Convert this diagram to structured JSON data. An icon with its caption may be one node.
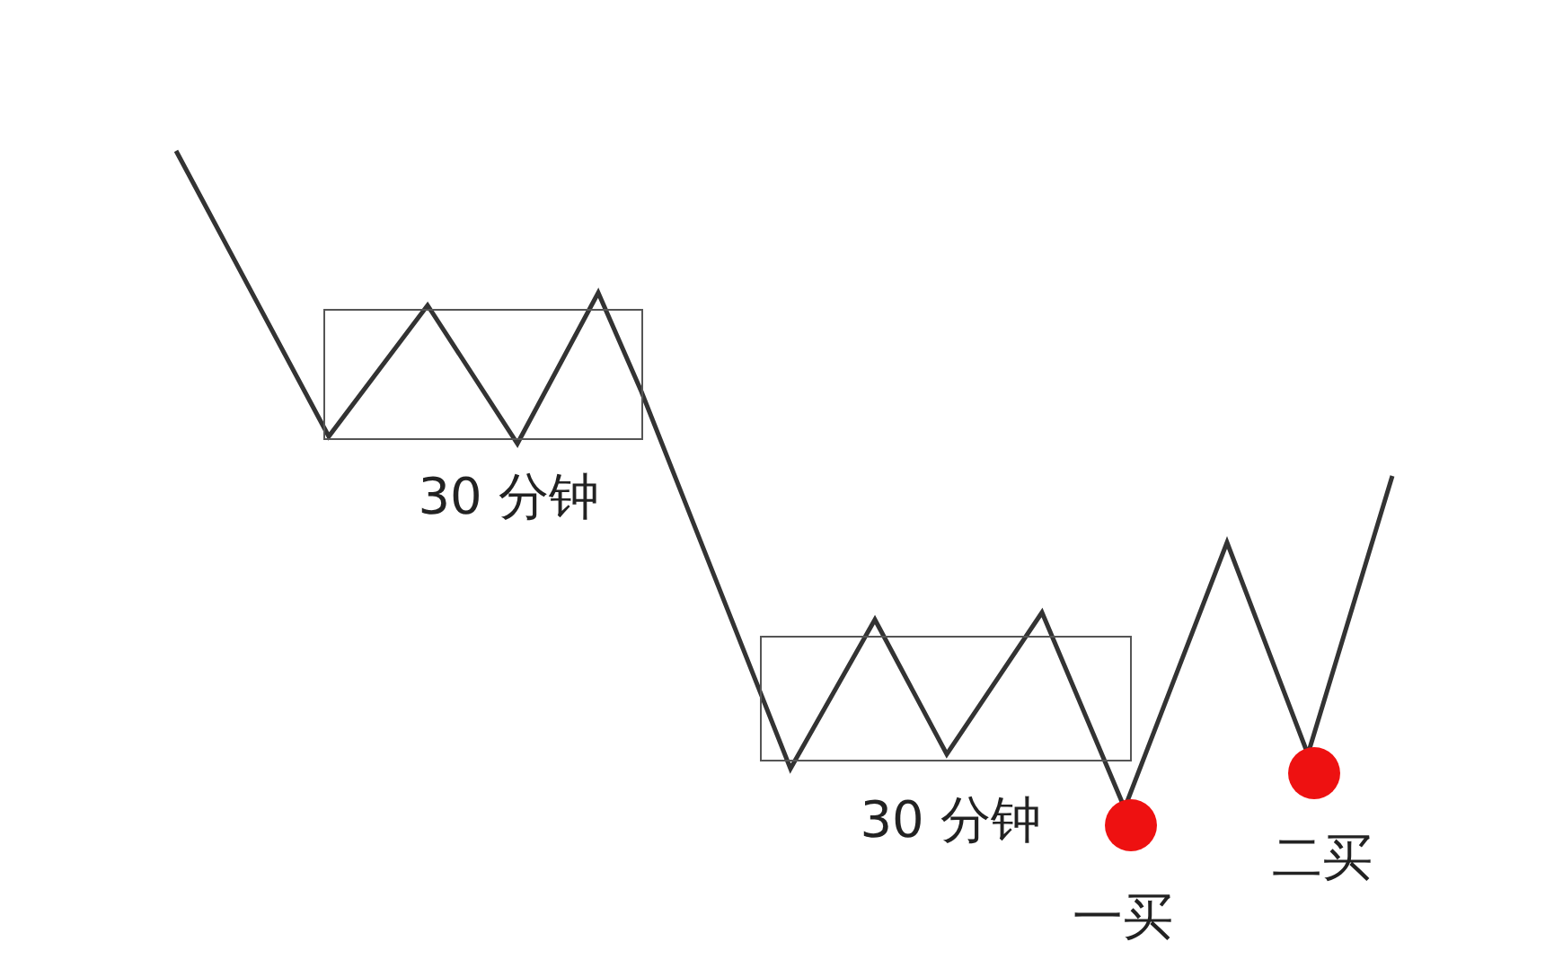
{
  "diagram": {
    "nodes": [
      {
        "text": [],
        "shape": "box",
        "beside": [
          "30 分钟"
        ]
      },
      {
        "text": [],
        "shape": "box",
        "beside": [
          "30 分钟"
        ]
      },
      {
        "text": [],
        "shape": "circle",
        "beside": [
          "一买"
        ]
      },
      {
        "text": [],
        "shape": "circle",
        "beside": [
          "二买"
        ]
      }
    ]
  }
}
